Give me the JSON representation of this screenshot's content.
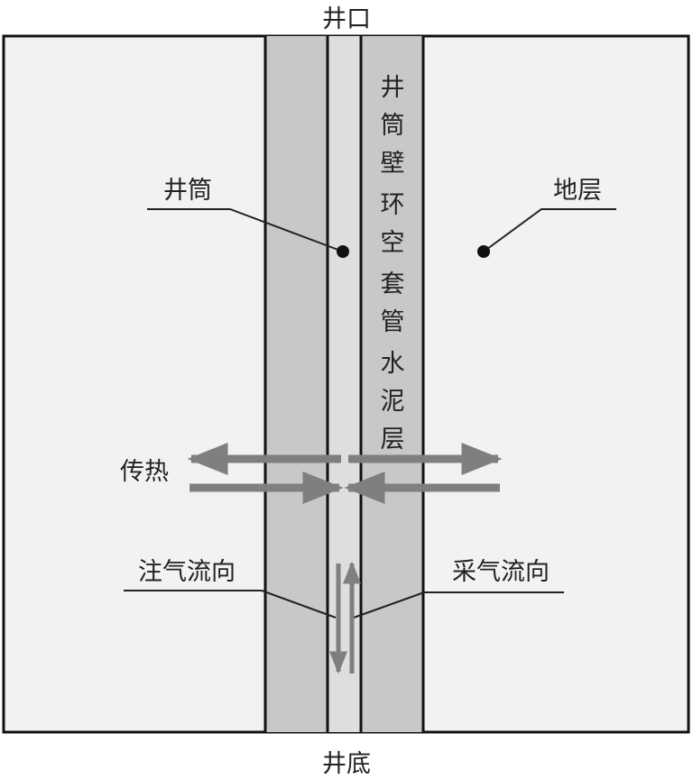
{
  "labels": {
    "top": "井口",
    "bottom": "井底",
    "wellbore": "井筒",
    "formation": "地层",
    "heat_transfer": "传热",
    "injection_flow": "注气流向",
    "production_flow": "采气流向"
  },
  "vertical_label": [
    "井",
    "筒",
    "壁",
    "环",
    "空",
    "套",
    "管",
    "水",
    "泥",
    "层"
  ],
  "colors": {
    "formation": "#f2f2f2",
    "cement": "#c8c8c8",
    "wellbore": "#dedede",
    "arrow": "#7f7f7f",
    "line": "#111111"
  }
}
